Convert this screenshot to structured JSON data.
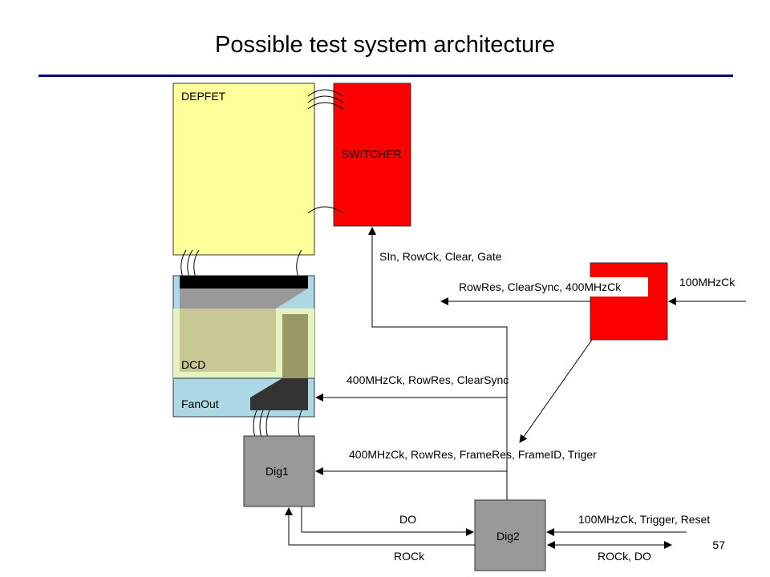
{
  "title": "Possible test system architecture",
  "page_number": "57",
  "blocks": {
    "depfet": "DEPFET",
    "switcher": "SWITCHER",
    "dcd": "DCD",
    "fanout": "FanOut",
    "dig1": "Dig1",
    "dig2": "Dig2"
  },
  "signals": {
    "switcher_ctrl": "SIn, RowCk, Clear, Gate",
    "clock_box_out": "RowRes, ClearSync, 400MHzCk",
    "clock_in": "100MHzCk",
    "dcd_ctrl": "400MHzCk, RowRes, ClearSync",
    "dig1_ctrl": "400MHzCk, RowRes, FrameRes, FrameID, Triger",
    "do": "DO",
    "rock": "ROCk",
    "dig2_in": "100MHzCk, Trigger, Reset",
    "dig2_bidir": "ROCk, DO"
  },
  "colors": {
    "depfet_fill": "#ffff99",
    "switcher_fill": "#ff0000",
    "clock_fill": "#ff0000",
    "dcd_outer_fill": "#add8e6",
    "dcd_inner_fill": "#e6f2c0",
    "dcd_core_fill": "#c8c894",
    "dcd_column_fill": "#999966",
    "dcd_dark": "#333333",
    "digital_fill": "#999999",
    "title_rule": "#000080"
  }
}
